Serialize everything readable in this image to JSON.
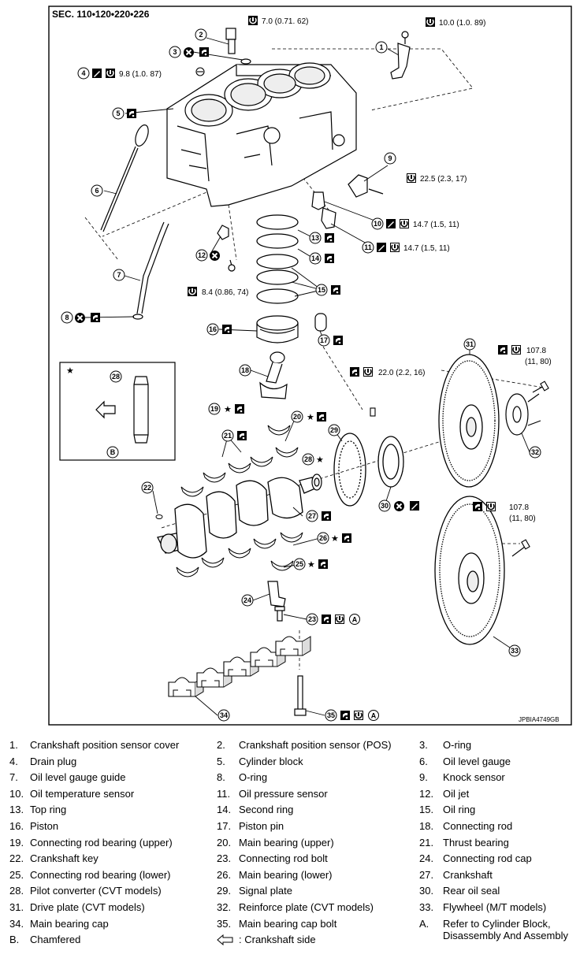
{
  "section_label": "SEC. 110•120•220•226",
  "image_code": "JPBIA4749GB",
  "callouts": [
    {
      "n": "1"
    },
    {
      "n": "2"
    },
    {
      "n": "3"
    },
    {
      "n": "4"
    },
    {
      "n": "5"
    },
    {
      "n": "6"
    },
    {
      "n": "7"
    },
    {
      "n": "8"
    },
    {
      "n": "9"
    },
    {
      "n": "10"
    },
    {
      "n": "11"
    },
    {
      "n": "12"
    },
    {
      "n": "13"
    },
    {
      "n": "14"
    },
    {
      "n": "15"
    },
    {
      "n": "16"
    },
    {
      "n": "17"
    },
    {
      "n": "18"
    },
    {
      "n": "19"
    },
    {
      "n": "20"
    },
    {
      "n": "21"
    },
    {
      "n": "22"
    },
    {
      "n": "23"
    },
    {
      "n": "24"
    },
    {
      "n": "25"
    },
    {
      "n": "26"
    },
    {
      "n": "27"
    },
    {
      "n": "28"
    },
    {
      "n": "29"
    },
    {
      "n": "30"
    },
    {
      "n": "31"
    },
    {
      "n": "32"
    },
    {
      "n": "33"
    },
    {
      "n": "34"
    },
    {
      "n": "35"
    }
  ],
  "torques": {
    "t2": "7.0 (0.71. 62)",
    "t1": "10.0 (1.0. 89)",
    "t4": "9.8 (1.0. 87)",
    "t9": "22.5 (2.3, 17)",
    "t10": "14.7 (1.5, 11)",
    "t11": "14.7 (1.5, 11)",
    "t12": "8.4 (0.86, 74)",
    "t29": "22.0 (2.2, 16)",
    "t32a": "107.8",
    "t32b": "(11, 80)",
    "t33a": "107.8",
    "t33b": "(11, 80)"
  },
  "marks": {
    "star": "★",
    "ref_a": "A",
    "ref_b": "B"
  },
  "legend": [
    [
      {
        "num": "1.",
        "text": "Crankshaft position sensor cover"
      },
      {
        "num": "2.",
        "text": "Crankshaft position sensor (POS)"
      },
      {
        "num": "3.",
        "text": "O-ring"
      }
    ],
    [
      {
        "num": "4.",
        "text": "Drain plug"
      },
      {
        "num": "5.",
        "text": "Cylinder block"
      },
      {
        "num": "6.",
        "text": "Oil level gauge"
      }
    ],
    [
      {
        "num": "7.",
        "text": "Oil level gauge guide"
      },
      {
        "num": "8.",
        "text": "O-ring"
      },
      {
        "num": "9.",
        "text": "Knock sensor"
      }
    ],
    [
      {
        "num": "10.",
        "text": "Oil temperature sensor"
      },
      {
        "num": "11.",
        "text": "Oil pressure sensor"
      },
      {
        "num": "12.",
        "text": "Oil jet"
      }
    ],
    [
      {
        "num": "13.",
        "text": "Top ring"
      },
      {
        "num": "14.",
        "text": "Second ring"
      },
      {
        "num": "15.",
        "text": "Oil ring"
      }
    ],
    [
      {
        "num": "16.",
        "text": "Piston"
      },
      {
        "num": "17.",
        "text": "Piston pin"
      },
      {
        "num": "18.",
        "text": "Connecting rod"
      }
    ],
    [
      {
        "num": "19.",
        "text": "Connecting rod bearing (upper)"
      },
      {
        "num": "20.",
        "text": "Main bearing (upper)"
      },
      {
        "num": "21.",
        "text": "Thrust bearing"
      }
    ],
    [
      {
        "num": "22.",
        "text": "Crankshaft key"
      },
      {
        "num": "23.",
        "text": "Connecting rod bolt"
      },
      {
        "num": "24.",
        "text": "Connecting rod cap"
      }
    ],
    [
      {
        "num": "25.",
        "text": "Connecting rod bearing (lower)"
      },
      {
        "num": "26.",
        "text": "Main bearing (lower)"
      },
      {
        "num": "27.",
        "text": "Crankshaft"
      }
    ],
    [
      {
        "num": "28.",
        "text": "Pilot converter (CVT models)"
      },
      {
        "num": "29.",
        "text": "Signal plate"
      },
      {
        "num": "30.",
        "text": "Rear oil seal"
      }
    ],
    [
      {
        "num": "31.",
        "text": "Drive plate (CVT models)"
      },
      {
        "num": "32.",
        "text": "Reinforce plate (CVT models)"
      },
      {
        "num": "33.",
        "text": "Flywheel (M/T models)"
      }
    ],
    [
      {
        "num": "34.",
        "text": "Main bearing cap"
      },
      {
        "num": "35.",
        "text": "Main bearing cap bolt"
      },
      {
        "num": "A.",
        "text": "Refer to Cylinder Block, Disassembly And Assembly"
      }
    ],
    [
      {
        "num": "B.",
        "text": "Chamfered"
      },
      {
        "num": "",
        "text": ": Crankshaft side"
      }
    ]
  ]
}
